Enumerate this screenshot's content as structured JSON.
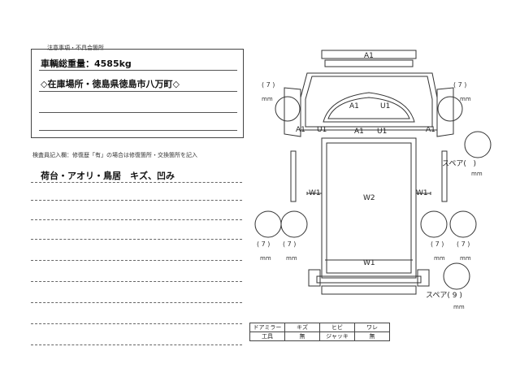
{
  "notes": {
    "label": "注意事項・不具合箇所",
    "weight": "車輌総重量：4585kg",
    "location": "◇在庫場所・徳島県徳島市八万町◇"
  },
  "inspector": {
    "label": "検査員記入欄：修復歴「有」の場合は修復箇所・交換箇所を記入",
    "entry": "荷台・アオリ・鳥居　キズ、凹み"
  },
  "diagram": {
    "a1": "A1",
    "u1": "U1",
    "w1": "W1",
    "w2": "W2",
    "tires": {
      "fl": "7",
      "fr": "7",
      "rl_out": "7",
      "rl_in": "7",
      "rr_in": "7",
      "rr_out": "7",
      "spare2": "9"
    },
    "mm": "mm",
    "spare_label": "スペア"
  },
  "equipment": {
    "row1": [
      "ドアミラー",
      "キズ",
      "ヒビ",
      "ワレ"
    ],
    "row2": [
      "工具",
      "無",
      "ジャッキ",
      "無"
    ]
  }
}
